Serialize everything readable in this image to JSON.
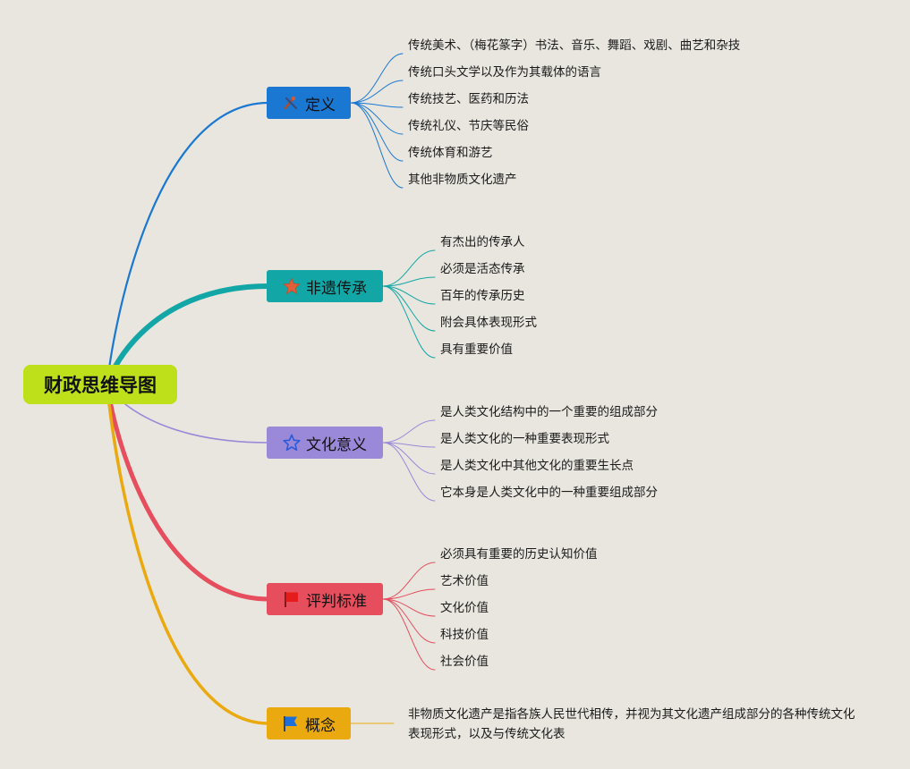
{
  "root": {
    "label": "财政思维导图",
    "color": "#bde01a"
  },
  "branches": [
    {
      "label": "定义",
      "icon": "tools-icon",
      "color": "#1a78d2",
      "line_color": "#1a78d2",
      "children": [
        "传统美术、（梅花篆字）书法、音乐、舞蹈、戏剧、曲艺和杂技",
        "传统口头文学以及作为其载体的语言",
        "传统技艺、医药和历法",
        "传统礼仪、节庆等民俗",
        "传统体育和游艺",
        "其他非物质文化遗产"
      ]
    },
    {
      "label": "非遗传承",
      "icon": "star-filled-icon",
      "color": "#12a7a6",
      "line_color": "#12a7a6",
      "children": [
        "有杰出的传承人",
        "必须是活态传承",
        "百年的传承历史",
        "附会具体表现形式",
        "具有重要价值"
      ]
    },
    {
      "label": "文化意义",
      "icon": "star-outline-icon",
      "color": "#9a88d8",
      "line_color": "#9a88d8",
      "children": [
        "是人类文化结构中的一个重要的组成部分",
        "是人类文化的一种重要表现形式",
        "是人类文化中其他文化的重要生长点",
        "它本身是人类文化中的一种重要组成部分"
      ]
    },
    {
      "label": "评判标准",
      "icon": "red-flag-icon",
      "color": "#e64d5d",
      "line_color": "#e64d5d",
      "children": [
        "必须具有重要的历史认知价值",
        "艺术价值",
        "文化价值",
        "科技价值",
        "社会价值"
      ]
    },
    {
      "label": "概念",
      "icon": "blue-flag-icon",
      "color": "#eaa90e",
      "line_color": "#eaa90e",
      "children": [
        "非物质文化遗产是指各族人民世代相传，并视为其文化遗产组成部分的各种传统文化表现形式，以及与传统文化表"
      ]
    }
  ]
}
